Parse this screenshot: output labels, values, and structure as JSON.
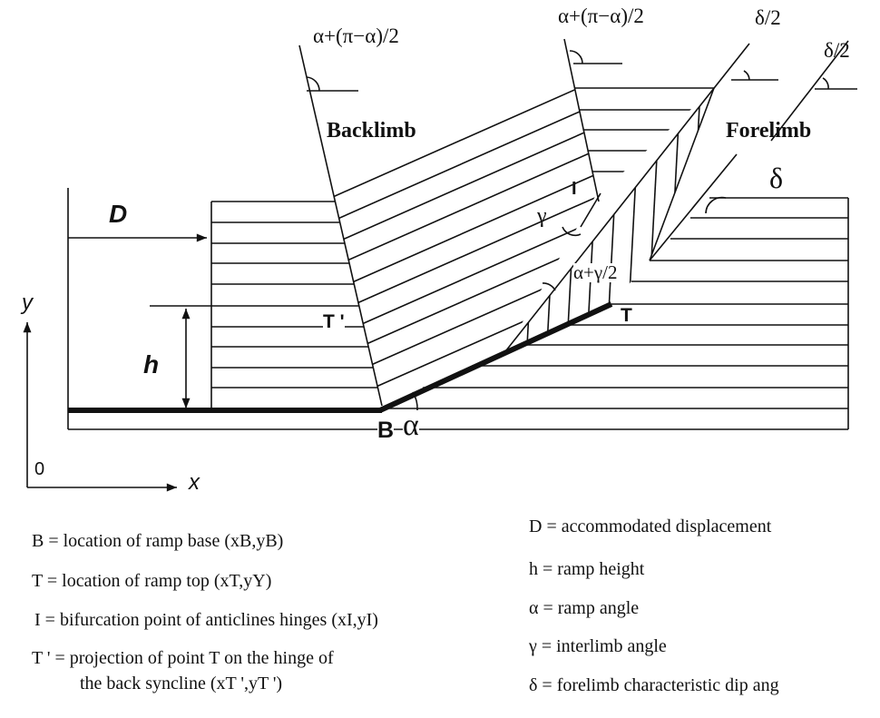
{
  "diagram": {
    "angle_label_back_hinge": "α+(π−α)/2",
    "angle_label_front_hinge": "α+(π−α)/2",
    "angle_label_axial": "δ/2",
    "angle_label_axial_2": "δ/2",
    "backlimb": "Backlimb",
    "forelimb": "Forelimb",
    "delta": "δ",
    "point_I": "I",
    "gamma": "γ",
    "alpha_gamma": "α+γ/2",
    "point_T": "T",
    "point_T_prime": "T '",
    "point_B": "B",
    "alpha": "α",
    "displacement": "D",
    "height": "h",
    "axis_y": "y",
    "axis_x": "x",
    "origin": "0"
  },
  "legend": {
    "left": [
      "B = location of ramp base (xB,yB)",
      "T = location of ramp top (xT,yY)",
      "I =  bifurcation point of anticlines hinges (xI,yI)",
      "T ' = projection of point T  on the hinge of",
      "the back syncline (xT ',yT ')"
    ],
    "right": [
      "D = accommodated displacement",
      "h = ramp height",
      "α = ramp angle",
      "γ = interlimb angle",
      "δ = forelimb characteristic dip ang"
    ]
  }
}
